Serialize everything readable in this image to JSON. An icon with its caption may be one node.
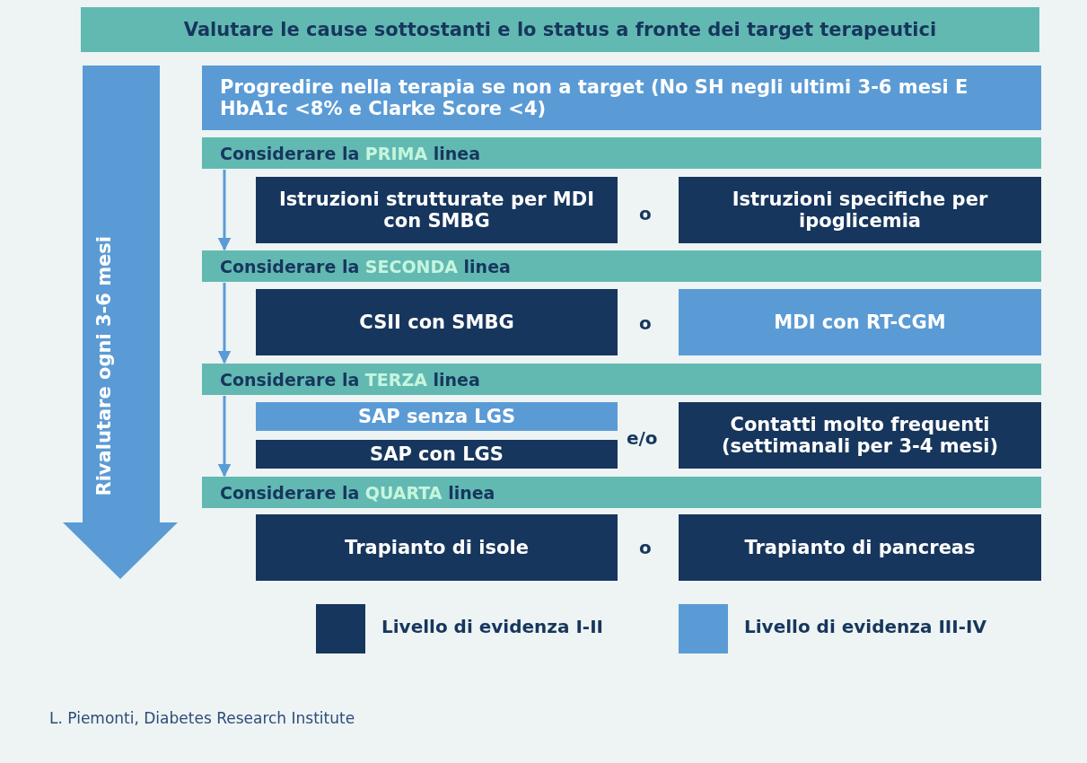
{
  "diagram": {
    "caption": "L. Piemonti, Diabetes Research Institute",
    "nodes": [
      {
        "text": [
          "Valutare le cause sottostanti e lo status a fronte dei target terapeutici"
        ]
      },
      {
        "text": [
          "Rivalutare ogni 3-6 mesi"
        ]
      },
      {
        "text": [
          "Progredire nella terapia se non a target (No SH negli ultimi 3-6 mesi E HbA1c <8% e Clarke Score <4)"
        ]
      },
      {
        "text": [
          "Considerare la **PRIMA** linea"
        ]
      },
      {
        "text": [
          "Istruzioni strutturate per MDI con SMBG"
        ]
      },
      {
        "text": [
          "Istruzioni specifiche per ipoglicemia"
        ]
      },
      {
        "text": [
          "Considerare la **SECONDA** linea"
        ]
      },
      {
        "text": [
          "CSII con SMBG"
        ]
      },
      {
        "text": [
          "MDI con RT-CGM"
        ]
      },
      {
        "text": [
          "Considerare la **TERZA** linea"
        ]
      },
      {
        "text": [
          "SAP senza LGS"
        ]
      },
      {
        "text": [
          "SAP con LGS"
        ]
      },
      {
        "text": [
          "Contatti molto frequenti (settimanali per 3-4 mesi)"
        ]
      },
      {
        "text": [
          "Considerare la **QUARTA** linea"
        ]
      },
      {
        "text": [
          "Trapianto di isole"
        ]
      },
      {
        "text": [
          "Trapianto di pancreas"
        ]
      }
    ],
    "edges": [
      {
        "from": 3,
        "to": 6,
        "arrow": "to"
      },
      {
        "from": 6,
        "to": 9,
        "arrow": "to"
      },
      {
        "from": 9,
        "to": 13,
        "arrow": "to"
      }
    ],
    "labels": [
      "o",
      "o",
      "e/o",
      "o"
    ],
    "legend": [
      {
        "text": "Livello di evidenza I-II",
        "color": "#17365d"
      },
      {
        "text": "Livello di evidenza III-IV",
        "color": "#5b9bd5"
      }
    ]
  }
}
